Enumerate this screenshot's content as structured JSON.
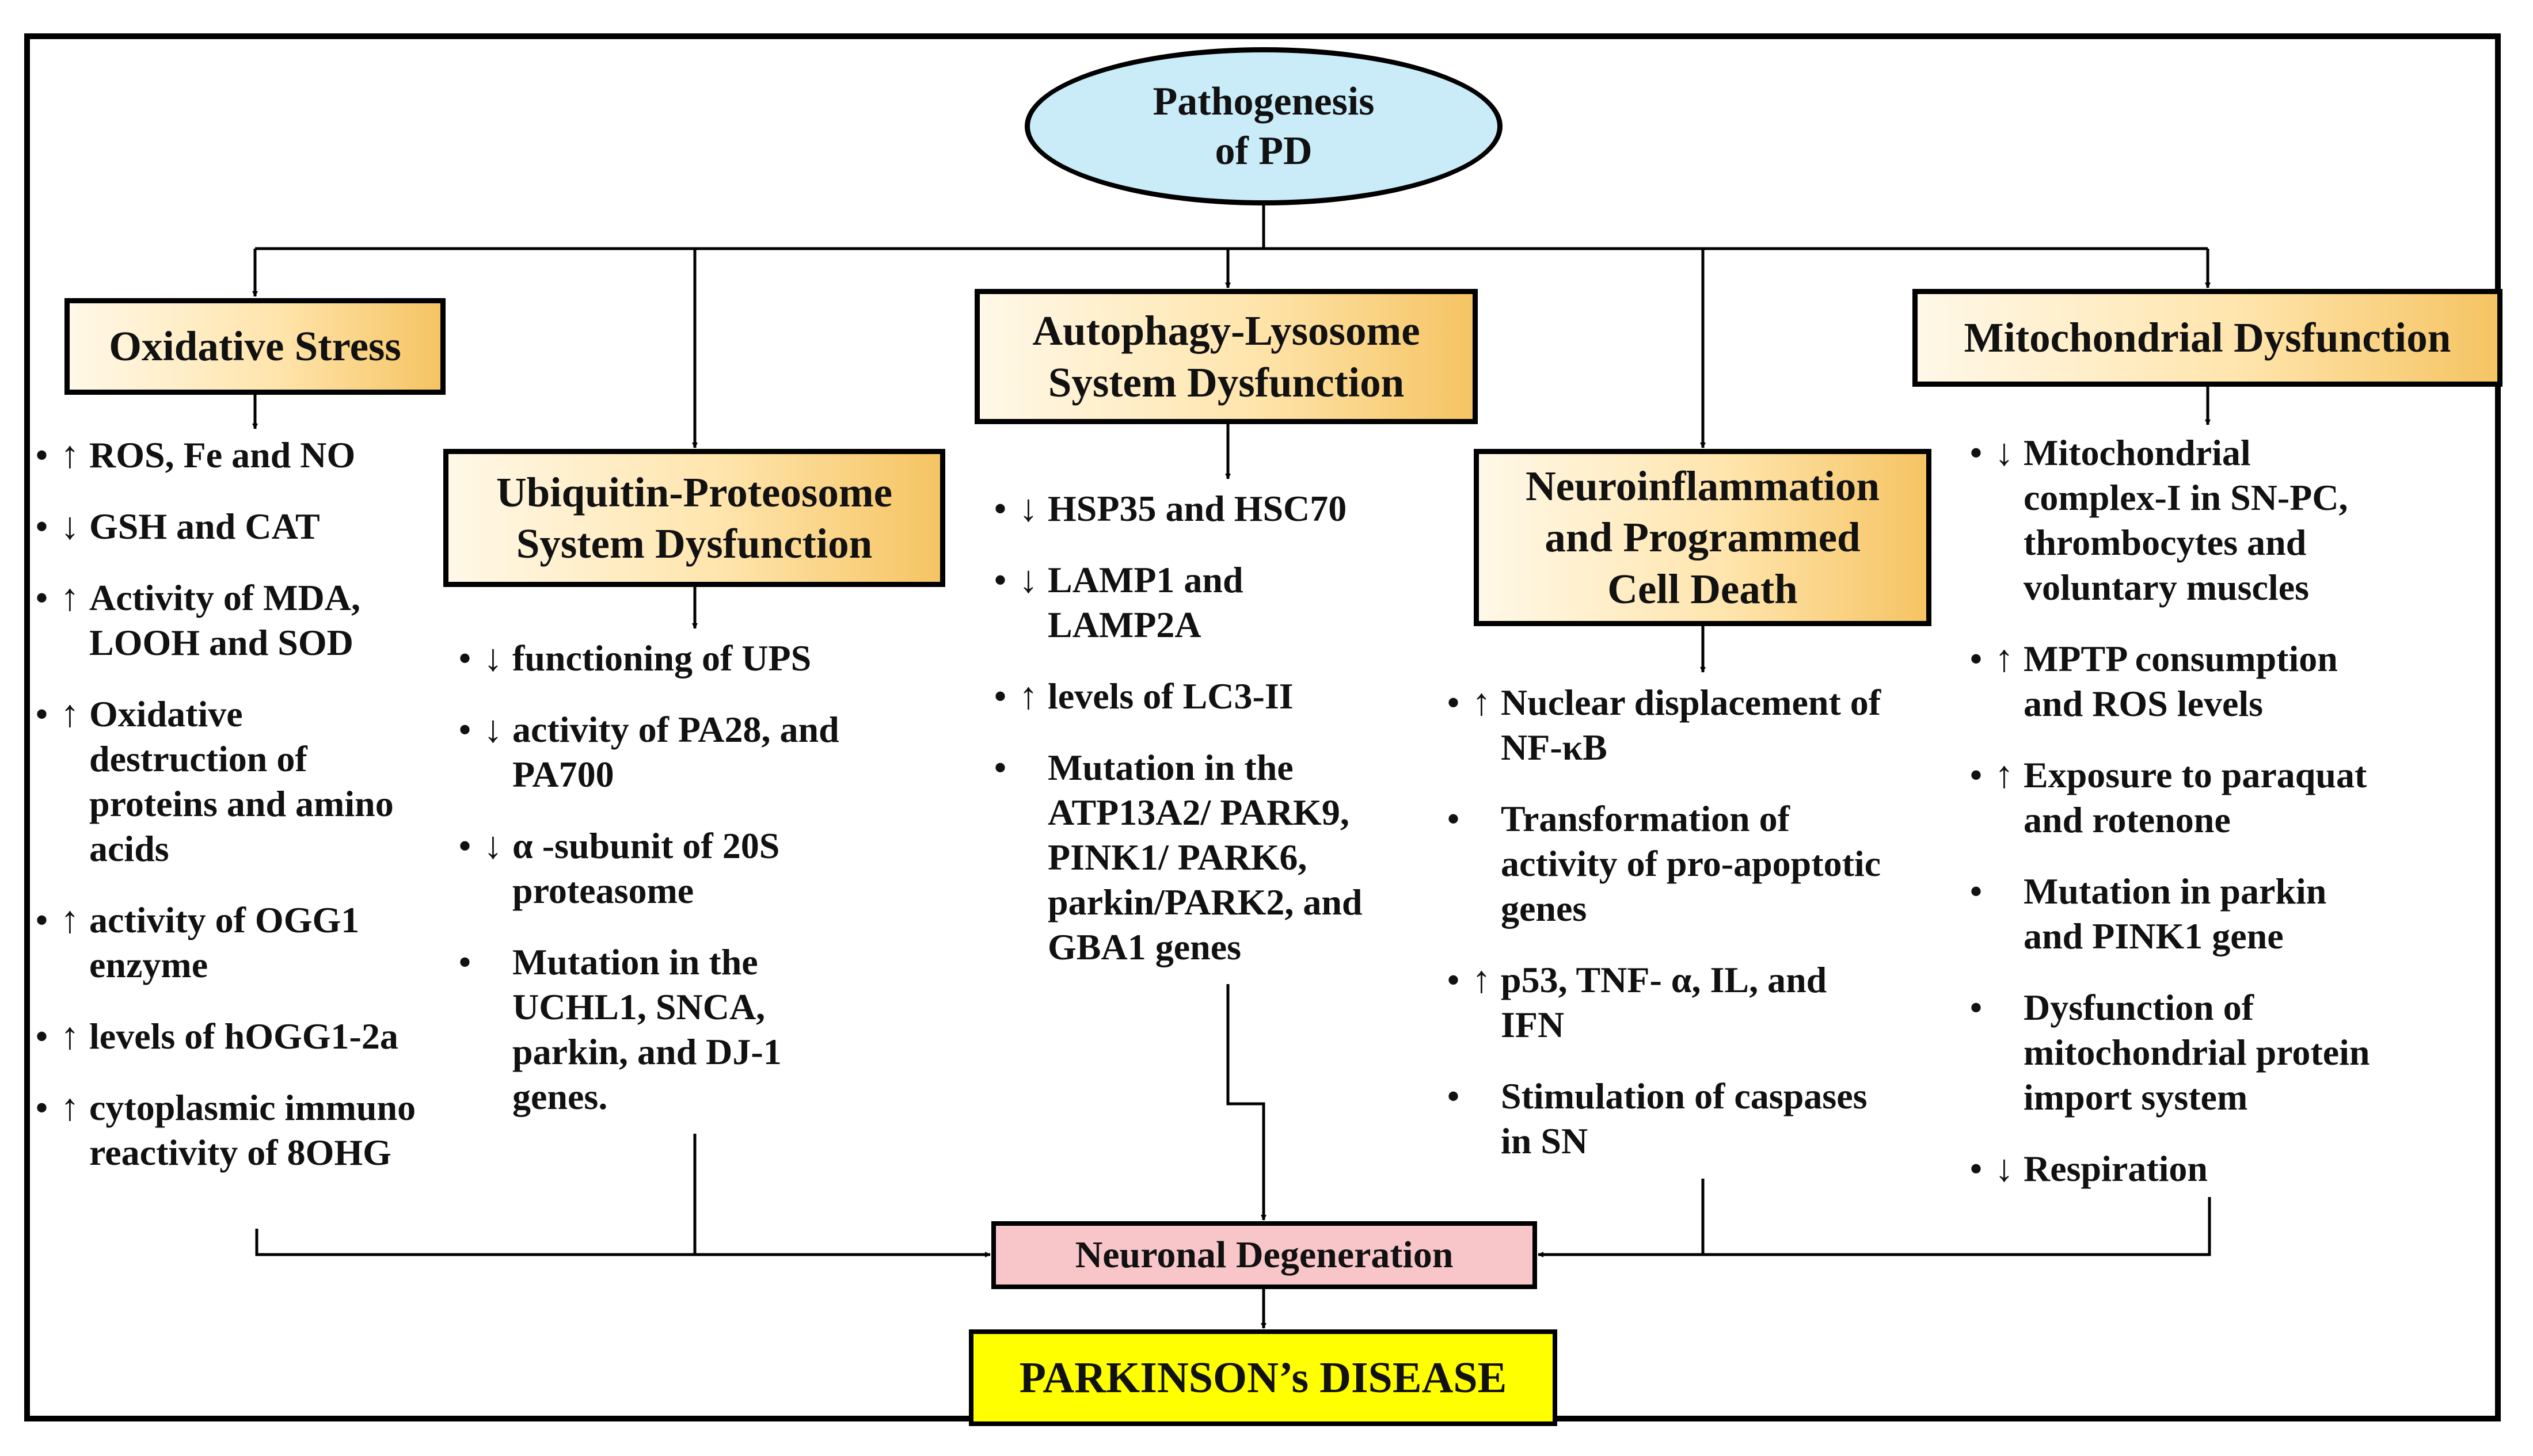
{
  "root": {
    "line1": "Pathogenesis",
    "line2": "of PD"
  },
  "categories": {
    "oxidative": {
      "lines": [
        "Oxidative Stress"
      ]
    },
    "ups": {
      "lines": [
        "Ubiquitin-Proteosome",
        "System Dysfunction"
      ]
    },
    "autophagy": {
      "lines": [
        "Autophagy-Lysosome",
        "System Dysfunction"
      ]
    },
    "neuro": {
      "lines": [
        "Neuroinflammation",
        "and Programmed",
        "Cell Death"
      ]
    },
    "mito": {
      "lines": [
        "Mitochondrial Dysfunction"
      ]
    }
  },
  "points": {
    "oxidative": [
      {
        "arrow": "↑",
        "lines": [
          "ROS, Fe and NO"
        ]
      },
      {
        "arrow": "↓",
        "lines": [
          "GSH and CAT"
        ]
      },
      {
        "arrow": "↑",
        "lines": [
          "Activity of MDA,",
          "LOOH and SOD"
        ]
      },
      {
        "arrow": "↑",
        "lines": [
          "Oxidative",
          "destruction of",
          "proteins and amino",
          "acids"
        ]
      },
      {
        "arrow": "↑",
        "lines": [
          "activity of OGG1",
          "enzyme"
        ]
      },
      {
        "arrow": "↑",
        "lines": [
          "levels of hOGG1-2a"
        ]
      },
      {
        "arrow": "↑",
        "lines": [
          "cytoplasmic immuno",
          "reactivity of 8OHG"
        ]
      }
    ],
    "ups": [
      {
        "arrow": "↓",
        "lines": [
          "functioning of UPS"
        ]
      },
      {
        "arrow": "↓",
        "lines": [
          "activity of PA28, and",
          "PA700"
        ]
      },
      {
        "arrow": "↓",
        "lines": [
          "α -subunit of 20S",
          "proteasome"
        ]
      },
      {
        "arrow": "",
        "lines": [
          "Mutation in the",
          "UCHL1, SNCA,",
          "parkin, and DJ-1",
          "genes."
        ]
      }
    ],
    "autophagy": [
      {
        "arrow": "↓",
        "lines": [
          "HSP35 and HSC70"
        ]
      },
      {
        "arrow": "↓",
        "lines": [
          "LAMP1 and",
          "LAMP2A"
        ]
      },
      {
        "arrow": "↑",
        "lines": [
          "levels of LC3-II"
        ]
      },
      {
        "arrow": "",
        "lines": [
          "Mutation in the",
          "ATP13A2/ PARK9,",
          "PINK1/ PARK6,",
          "parkin/PARK2, and",
          "GBA1 genes"
        ]
      }
    ],
    "neuro": [
      {
        "arrow": "↑",
        "lines": [
          "Nuclear displacement of",
          "NF-κB"
        ]
      },
      {
        "arrow": "",
        "lines": [
          "Transformation of",
          "activity of pro-apoptotic",
          "genes"
        ]
      },
      {
        "arrow": "↑",
        "lines": [
          "p53, TNF- α, IL, and",
          "IFN"
        ]
      },
      {
        "arrow": "",
        "lines": [
          "Stimulation of caspases",
          "in SN"
        ]
      }
    ],
    "mito": [
      {
        "arrow": "↓",
        "lines": [
          "Mitochondrial",
          "complex-I in SN-PC,",
          "thrombocytes and",
          "voluntary muscles"
        ]
      },
      {
        "arrow": "↑",
        "lines": [
          "MPTP consumption",
          "and ROS levels"
        ]
      },
      {
        "arrow": "↑",
        "lines": [
          "Exposure to paraquat",
          "and rotenone"
        ]
      },
      {
        "arrow": "",
        "lines": [
          "Mutation in parkin",
          "and PINK1 gene"
        ]
      },
      {
        "arrow": "",
        "lines": [
          "Dysfunction of",
          "mitochondrial protein",
          "import system"
        ]
      },
      {
        "arrow": "↓",
        "lines": [
          "Respiration"
        ]
      }
    ]
  },
  "neuronal": "Neuronal Degeneration",
  "disease": "PARKINSON’s DISEASE",
  "colors": {
    "root_fill": "#c9ecf8",
    "category_gradient": [
      "#fff8e8",
      "#ffe5ad",
      "#f5c463"
    ],
    "neuronal_fill": "#f8c6c9",
    "disease_fill": "#ffff00",
    "stroke": "#000000"
  }
}
